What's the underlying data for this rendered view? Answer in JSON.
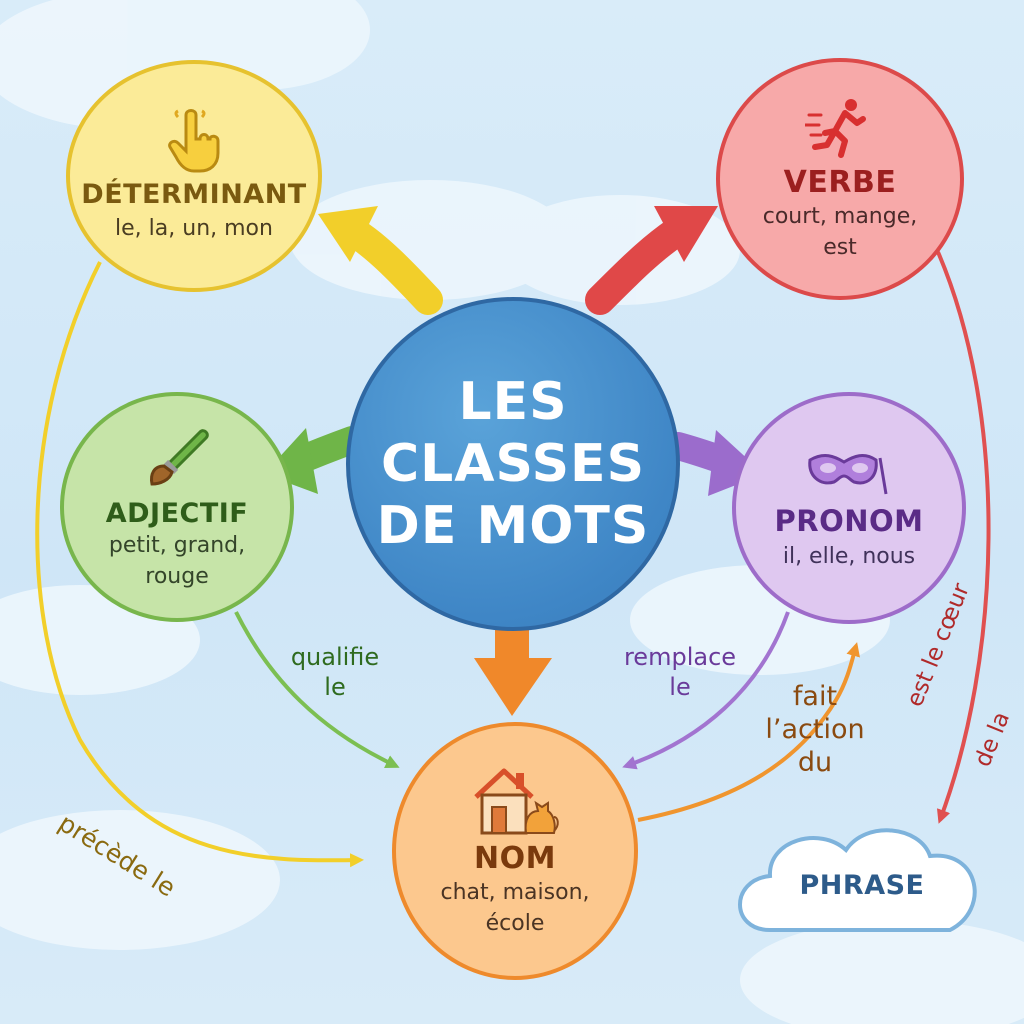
{
  "center": {
    "lines": [
      "LES",
      "CLASSES",
      "DE MOTS"
    ]
  },
  "determinant": {
    "title": "DÉTERMINANT",
    "examples": "le, la, un, mon",
    "icon": "pointing-hand-icon",
    "color": "#e6c22f"
  },
  "verbe": {
    "title": "VERBE",
    "examples": [
      "court, mange,",
      "est"
    ],
    "icon": "running-person-icon",
    "color": "#dc4a4a"
  },
  "adjectif": {
    "title": "ADJECTIF",
    "examples": [
      "petit, grand,",
      "rouge"
    ],
    "icon": "paintbrush-icon",
    "color": "#78b64c"
  },
  "pronom": {
    "title": "PRONOM",
    "examples": "il, elle, nous",
    "icon": "mask-icon",
    "color": "#9d6cc9"
  },
  "nom": {
    "title": "NOM",
    "examples": [
      "chat, maison,",
      "école"
    ],
    "icon": "house-cat-icon",
    "color": "#ee8a2c"
  },
  "phrase": {
    "label": "PHRASE"
  },
  "relations": {
    "qualifie": [
      "qualifie",
      "le"
    ],
    "remplace": [
      "remplace",
      "le"
    ],
    "fait_action": [
      "fait",
      "l’action",
      "du"
    ],
    "precede": "précède le",
    "coeur": [
      "est le cœur",
      "de la"
    ]
  }
}
